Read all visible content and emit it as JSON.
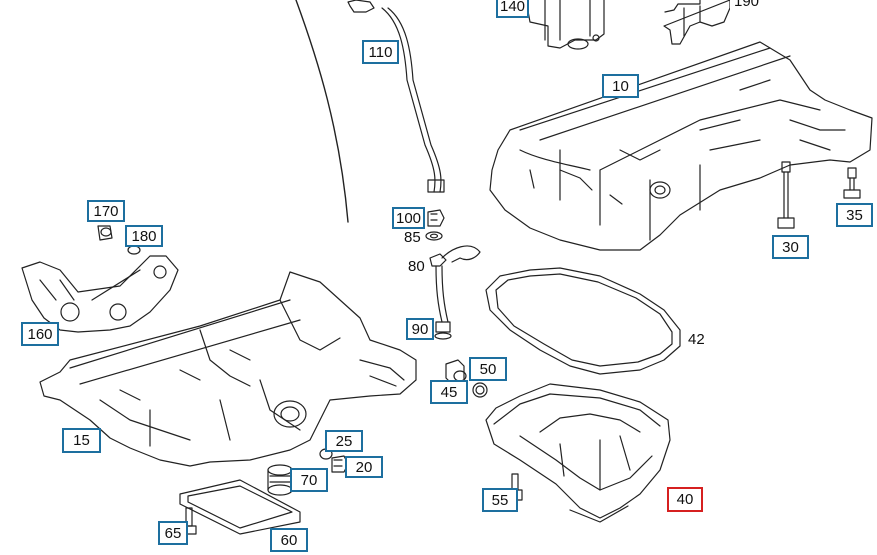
{
  "callouts": [
    {
      "id": "140",
      "label": "140"
    },
    {
      "id": "190",
      "label": "190"
    },
    {
      "id": "110",
      "label": "110"
    },
    {
      "id": "10",
      "label": "10"
    },
    {
      "id": "170",
      "label": "170"
    },
    {
      "id": "180",
      "label": "180"
    },
    {
      "id": "100",
      "label": "100"
    },
    {
      "id": "35",
      "label": "35"
    },
    {
      "id": "30",
      "label": "30"
    },
    {
      "id": "160",
      "label": "160"
    },
    {
      "id": "90",
      "label": "90"
    },
    {
      "id": "50",
      "label": "50"
    },
    {
      "id": "45",
      "label": "45"
    },
    {
      "id": "15",
      "label": "15"
    },
    {
      "id": "25",
      "label": "25"
    },
    {
      "id": "20",
      "label": "20"
    },
    {
      "id": "70",
      "label": "70"
    },
    {
      "id": "55",
      "label": "55"
    },
    {
      "id": "40",
      "label": "40"
    },
    {
      "id": "65",
      "label": "65"
    },
    {
      "id": "60",
      "label": "60"
    }
  ],
  "plain_labels": [
    {
      "id": "85",
      "label": "85"
    },
    {
      "id": "80",
      "label": "80"
    },
    {
      "id": "42",
      "label": "42"
    }
  ],
  "selected_part": "40",
  "colors": {
    "callout_border": "#1d6f9f",
    "selected_border": "#d62020",
    "line_art": "#222222"
  }
}
